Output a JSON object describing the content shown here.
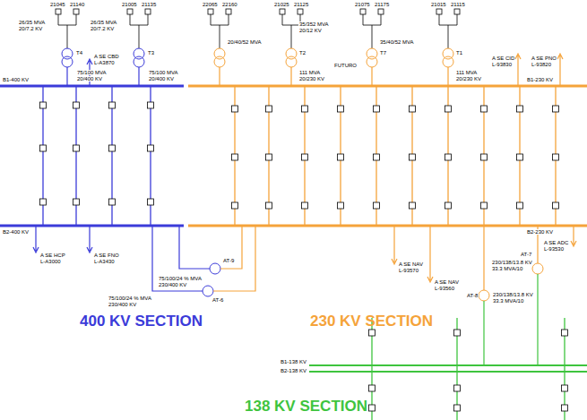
{
  "diagram": {
    "labels": [
      "21045",
      "21140",
      "26/35 MVA",
      "20/7.2 KV",
      "T4",
      "75/100 MVA",
      "20/400 KV",
      "21005",
      "21135",
      "26/35 MVA",
      "20/7.2 KV",
      "T3",
      "75/100 MVA",
      "20/400 KV",
      "A SE CBD",
      "L-A3870",
      "B1-400 KV",
      "B2-400 KV",
      "A SE HCP",
      "L-A3000",
      "A SE FNO",
      "L-A3430",
      "AT-9",
      "75/100/24 % MVA",
      "230/400 KV",
      "AT-6",
      "75/100/24 % MVA",
      "230/400 KV",
      "400 KV SECTION",
      "22065",
      "22160",
      "20/40/52 MVA",
      "21025",
      "21125",
      "35/352 MVA",
      "20/12 KV",
      "T2",
      "111 MVA",
      "20/230 KV",
      "FUTURO",
      "21075",
      "21175",
      "35/40/52 MVA",
      "T7",
      "21015",
      "21115",
      "T1",
      "111 MVA",
      "20/230 KV",
      "A SE CID",
      "L-93830",
      "A SE PNO",
      "L-93820",
      "B1-230 KV",
      "B2-230 KV",
      "A SE NAV",
      "L-93570",
      "A SE NAV",
      "L-93560",
      "A SE ADC",
      "L-93530",
      "AT-7",
      "230/138/13.8 KV",
      "33.3 MVA/10",
      "AT-8",
      "230/138/13.8 KV",
      "33.3 MVA/10",
      "230 KV SECTION",
      "B1-138 KV",
      "B2-138 KV",
      "138 KV SECTION"
    ]
  }
}
